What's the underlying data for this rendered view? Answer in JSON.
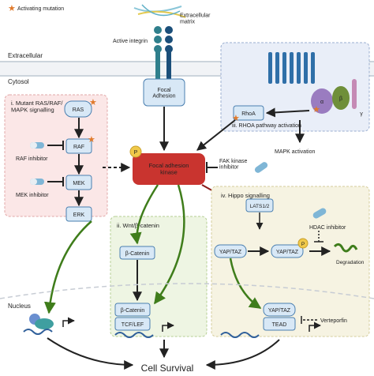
{
  "legend": {
    "label": "Activating mutation"
  },
  "top": {
    "ecm": "Extracellular matrix",
    "integrin": "Active integrin",
    "extracellular": "Extracellular",
    "cytosol": "Cytosol"
  },
  "focal_adhesion": "Focal Adhesion",
  "mapk": {
    "title": "i. Mutant RAS/RAF/ MAPK signalling",
    "ras": "RAS",
    "raf": "RAF",
    "mek": "MEK",
    "erk": "ERK",
    "raf_inhibitor": "RAF inhibitor",
    "mek_inhibitor": "MEK inhibitor"
  },
  "rhoa": {
    "title": "iii. RHOA pathway activation",
    "rhoa": "RhoA",
    "g_alpha": "α",
    "g_beta": "β",
    "g_gamma": "γ",
    "mapk_activation": "MAPK activation"
  },
  "fak": {
    "label": "Focal adhesion kinase",
    "p": "P",
    "inhibitor": "FAK kinase inhibitor"
  },
  "wnt": {
    "title": "ii. Wnt/β-catenin",
    "bcat": "β-Catenin",
    "bcat_nuc": "β-Catenin",
    "tcf": "TCF/LEF"
  },
  "hippo": {
    "title": "iv. Hippo signalling",
    "lats": "LATS1/2",
    "yap1": "YAP/TAZ",
    "yap2": "YAP/TAZ",
    "p": "P",
    "hdac": "HDAC inhibitor",
    "degradation": "Degradation",
    "yap_nuc": "YAP/TAZ",
    "tead": "TEAD",
    "verteporfin": "Verteporfin"
  },
  "nucleus": "Nucleus",
  "survival": "Cell Survival",
  "colors": {
    "pink_panel": "#fbe7e7",
    "green_panel": "#eef5e3",
    "beige_panel": "#f6f3e2",
    "blue_panel": "#e9eef8",
    "fak_red": "#c9342f",
    "green_arrow": "#3f7d1b",
    "dark_red": "#8b1a1a",
    "membrane": "#b9d3e8",
    "box_blue": "#d8e8f6",
    "box_stroke": "#4a7fb0"
  }
}
